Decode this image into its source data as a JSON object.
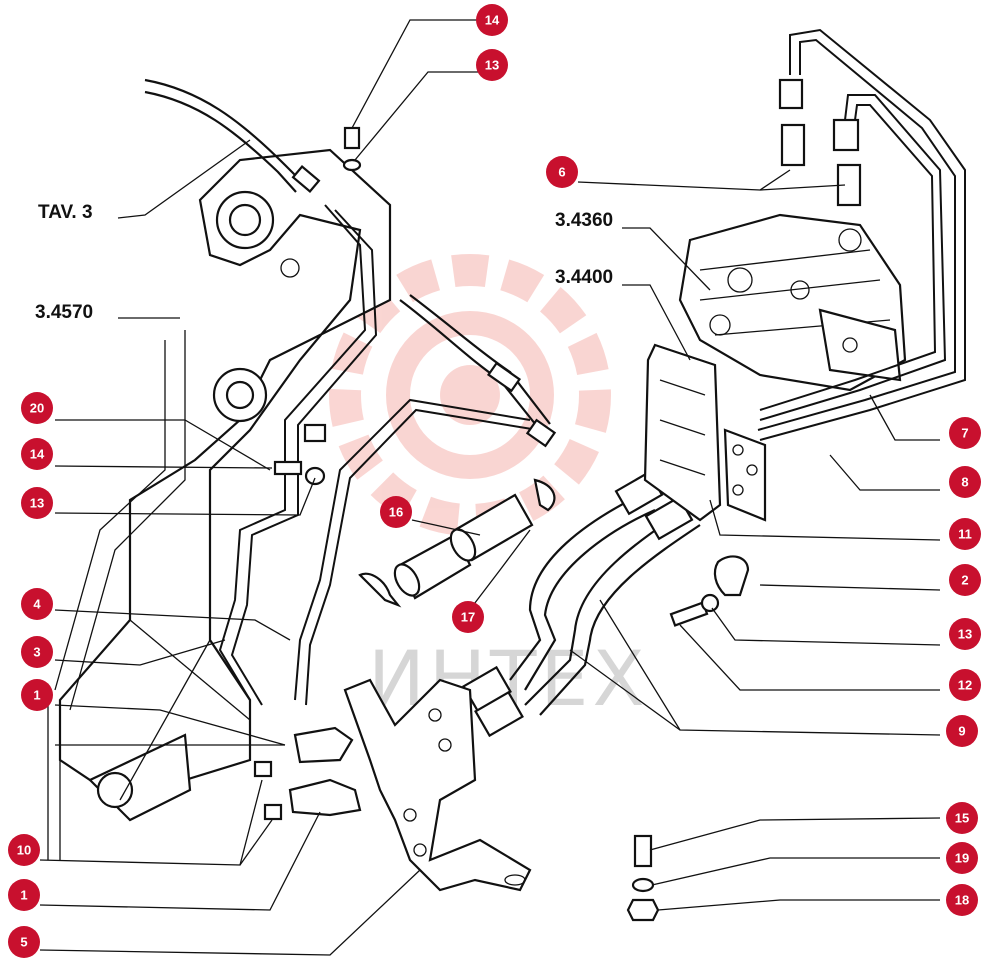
{
  "ref_labels": [
    {
      "id": "tav3",
      "text": "TAV. 3"
    },
    {
      "id": "r34570",
      "text": "3.4570"
    },
    {
      "id": "r34360",
      "text": "3.4360"
    },
    {
      "id": "r34400",
      "text": "3.4400"
    }
  ],
  "callouts": [
    {
      "id": "c14a",
      "text": "14"
    },
    {
      "id": "c13a",
      "text": "13"
    },
    {
      "id": "c6",
      "text": "6"
    },
    {
      "id": "c20",
      "text": "20"
    },
    {
      "id": "c14b",
      "text": "14"
    },
    {
      "id": "c13b",
      "text": "13"
    },
    {
      "id": "c16",
      "text": "16"
    },
    {
      "id": "c17",
      "text": "17"
    },
    {
      "id": "c7",
      "text": "7"
    },
    {
      "id": "c8",
      "text": "8"
    },
    {
      "id": "c11",
      "text": "11"
    },
    {
      "id": "c2",
      "text": "2"
    },
    {
      "id": "c13c",
      "text": "13"
    },
    {
      "id": "c12",
      "text": "12"
    },
    {
      "id": "c9",
      "text": "9"
    },
    {
      "id": "c4",
      "text": "4"
    },
    {
      "id": "c3",
      "text": "3"
    },
    {
      "id": "c1a",
      "text": "1"
    },
    {
      "id": "c10",
      "text": "10"
    },
    {
      "id": "c1b",
      "text": "1"
    },
    {
      "id": "c5",
      "text": "5"
    },
    {
      "id": "c15",
      "text": "15"
    },
    {
      "id": "c19",
      "text": "19"
    },
    {
      "id": "c18",
      "text": "18"
    }
  ],
  "watermark": {
    "text": "ИНТЕХ"
  },
  "colors": {
    "callout": "#c8102e",
    "line": "#111111",
    "watermark": "#f4b9b2"
  }
}
